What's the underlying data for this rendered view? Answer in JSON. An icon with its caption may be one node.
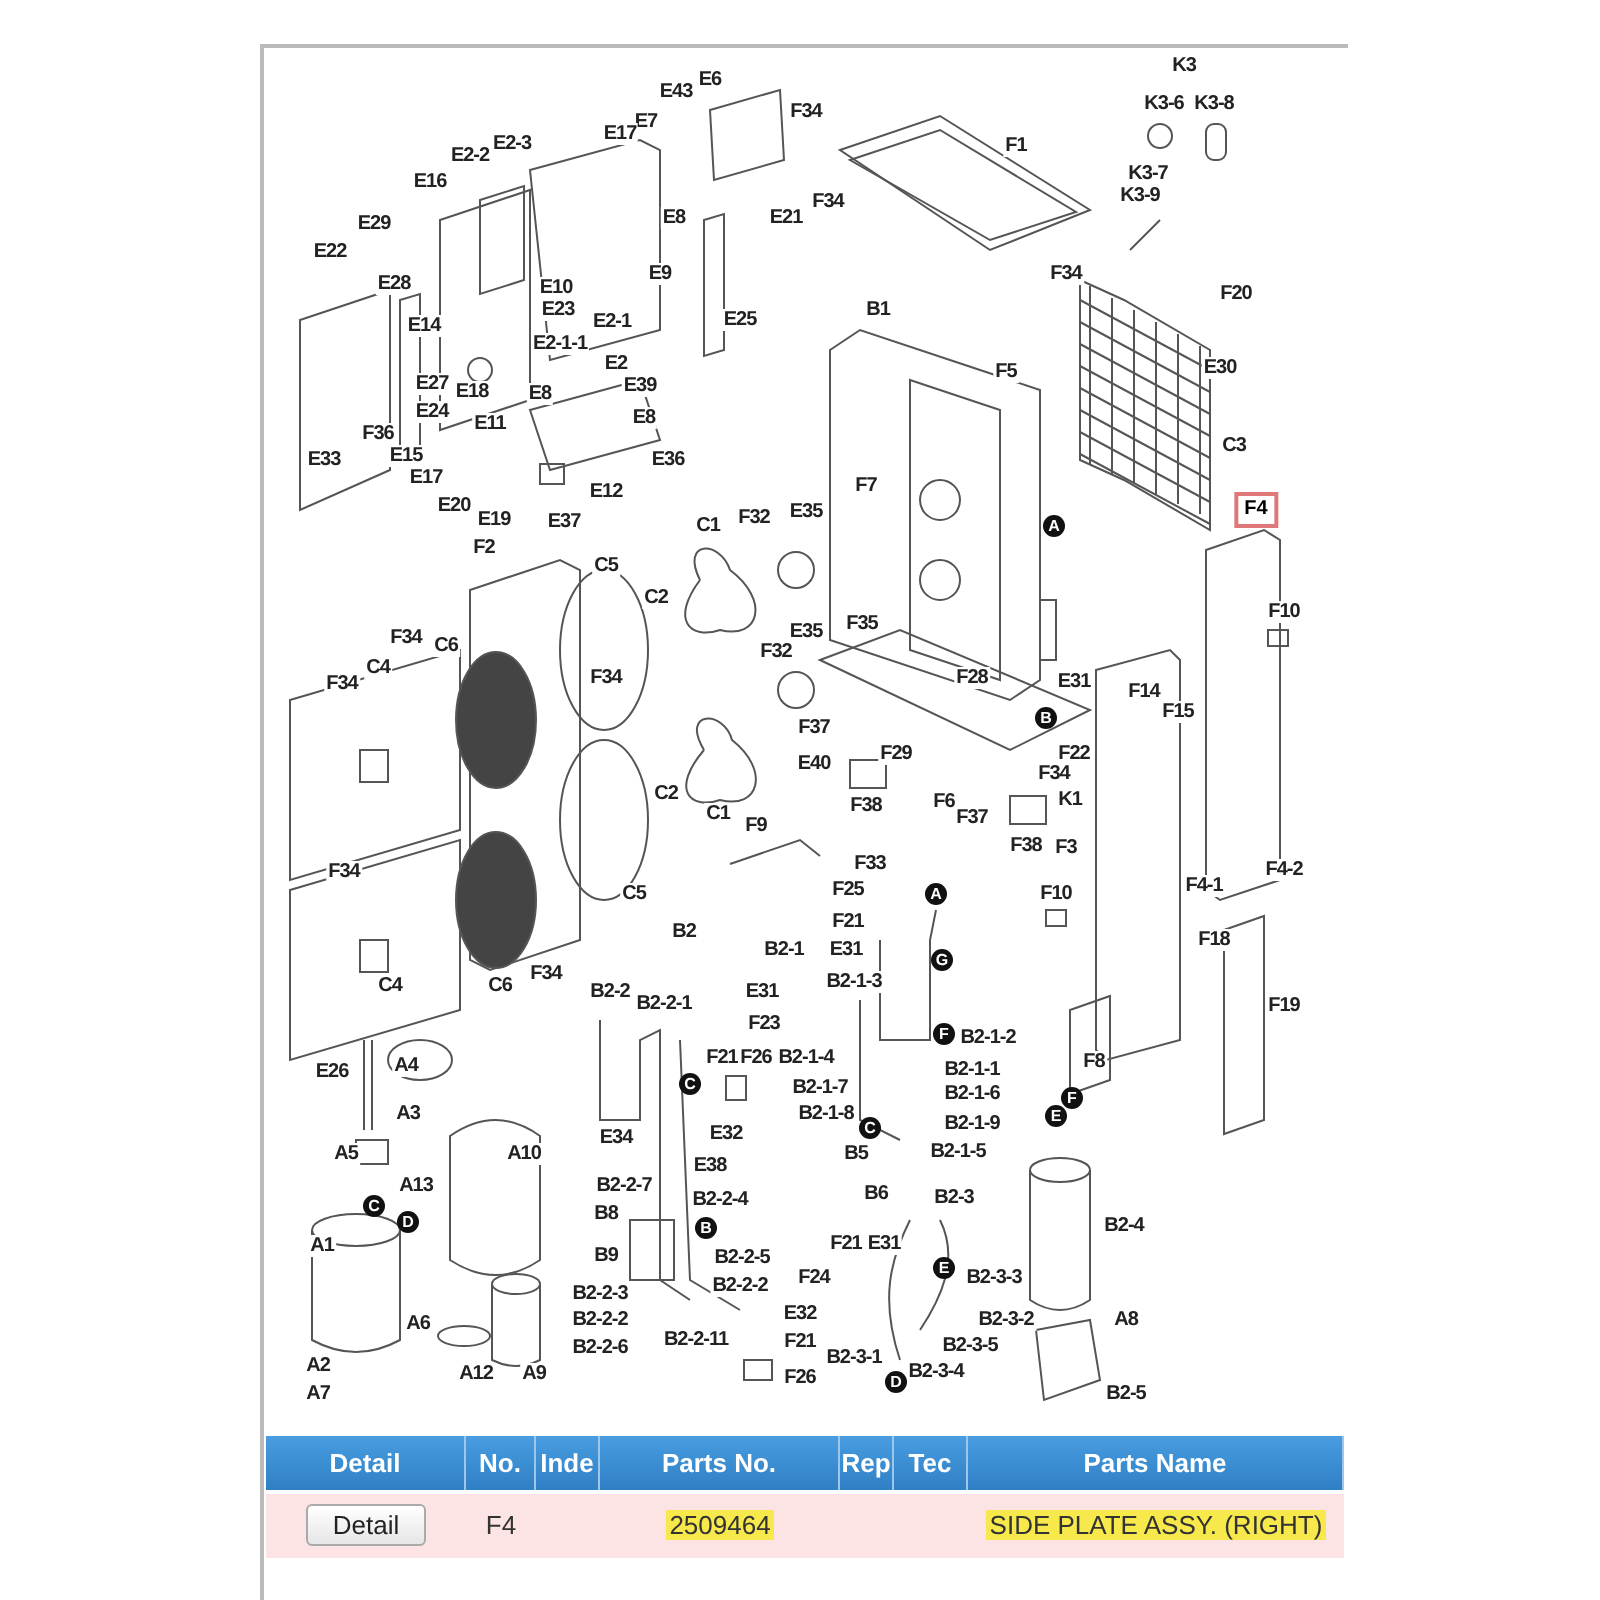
{
  "diagram": {
    "nodes": [
      {
        "text": [
          "F4"
        ]
      }
    ],
    "labels": [
      "K3",
      "E6",
      "E43",
      "K3-6",
      "K3-8",
      "F34",
      "E7",
      "E17",
      "E2-3",
      "F1",
      "E2-2",
      "K3-7",
      "E16",
      "K3-9",
      "F34",
      "E8",
      "E21",
      "E29",
      "E22",
      "F34",
      "E9",
      "E28",
      "E10",
      "F20",
      "E23",
      "E2-1",
      "E25",
      "B1",
      "E14",
      "E2-1-1",
      "E2",
      "E30",
      "E27",
      "F5",
      "E39",
      "E18",
      "E8",
      "E24",
      "E8",
      "E11",
      "F36",
      "C3",
      "E15",
      "E33",
      "E36",
      "E17",
      "F7",
      "E12",
      "E20",
      "E35",
      "E19",
      "F32",
      "E37",
      "C1",
      "A",
      "F2",
      "C5",
      "C2",
      "F10",
      "F35",
      "E35",
      "F34",
      "C6",
      "F32",
      "C4",
      "F34",
      "F28",
      "E31",
      "F34",
      "F14",
      "B",
      "F15",
      "F37",
      "F29",
      "F22",
      "E40",
      "F34",
      "C2",
      "K1",
      "F6",
      "F38",
      "C1",
      "F37",
      "F9",
      "F38",
      "F3",
      "F33",
      "F34",
      "F4-2",
      "F4-1",
      "F25",
      "F10",
      "C5",
      "A",
      "F21",
      "B2",
      "F18",
      "B2-1",
      "E31",
      "G",
      "F34",
      "C4",
      "C6",
      "B2-2",
      "E31",
      "B2-2-1",
      "B2-1-3",
      "F19",
      "F23",
      "F",
      "B2-1-2",
      "F21",
      "F26",
      "B2-1-4",
      "F8",
      "A4",
      "E26",
      "B2-1-1",
      "C",
      "B2-1-7",
      "B2-1-6",
      "F",
      "A3",
      "B2-1-8",
      "E",
      "B2-1-9",
      "C",
      "E32",
      "E34",
      "A5",
      "A10",
      "B5",
      "B2-1-5",
      "E38",
      "A13",
      "B2-2-7",
      "B6",
      "B2-3",
      "B2-2-4",
      "C",
      "B8",
      "D",
      "B2-4",
      "B",
      "F21",
      "E31",
      "A1",
      "B9",
      "B2-2-5",
      "E",
      "F24",
      "B2-3-3",
      "B2-2-2",
      "B2-2-3",
      "E32",
      "B2-2-2",
      "B2-3-2",
      "A8",
      "A6",
      "B2-2-11",
      "F21",
      "B2-3-5",
      "B2-3-1",
      "B2-2-6",
      "A2",
      "B2-3-4",
      "A12",
      "A9",
      "F26",
      "D",
      "B2-5",
      "A7",
      "Detail",
      "No.",
      "Inde",
      "Parts No.",
      "Rep",
      "Tec",
      "Parts Name",
      "Detail",
      "F4",
      "2509464",
      "SIDE PLATE ASSY. (RIGHT)"
    ]
  }
}
